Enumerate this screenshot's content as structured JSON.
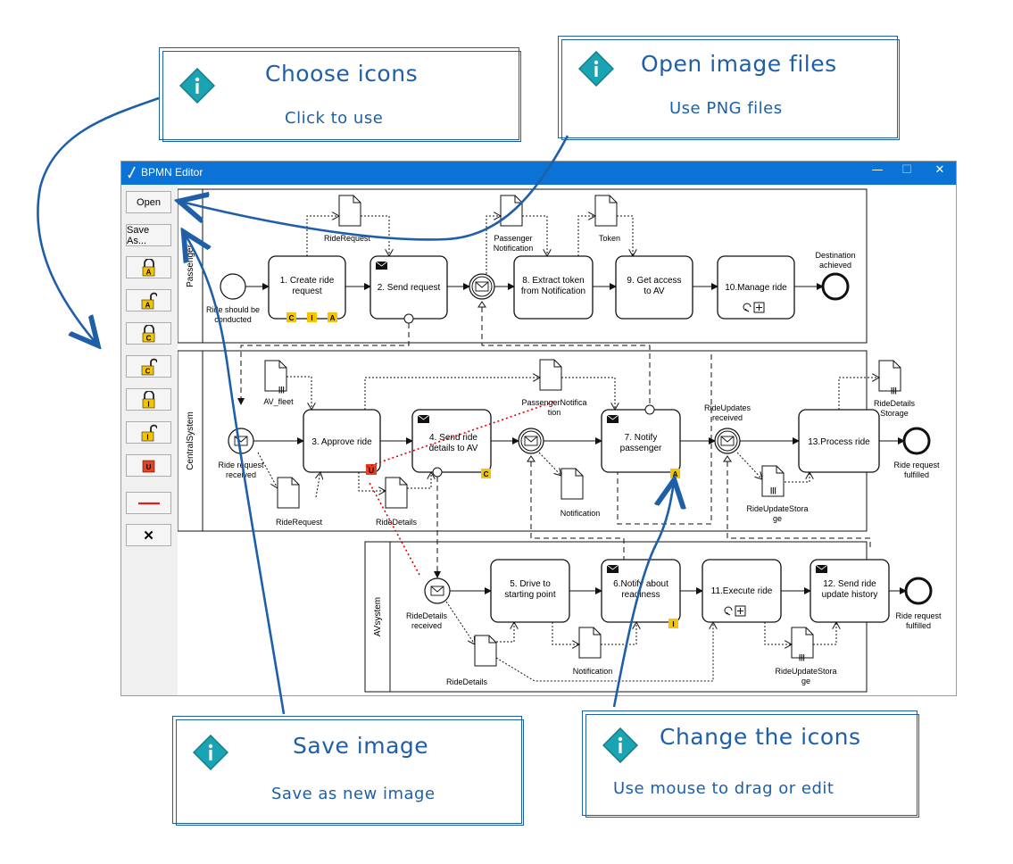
{
  "callouts": {
    "choose_icons": {
      "title": "Choose icons",
      "subtitle": "Click to use"
    },
    "open_files": {
      "title": "Open image files",
      "subtitle": "Use PNG files"
    },
    "save_image": {
      "title": "Save image",
      "subtitle": "Save as new image"
    },
    "change_icons": {
      "title": "Change the icons",
      "subtitle": "Use mouse to drag or edit"
    }
  },
  "window": {
    "title": "BPMN Editor",
    "controls": {
      "minimize": "—",
      "maximize": "☐",
      "close": "✕"
    }
  },
  "toolbar": {
    "open_label": "Open",
    "save_label": "Save As...",
    "icons": [
      {
        "name": "lock-closed-a-icon",
        "letter": "A",
        "color": "#f5c400"
      },
      {
        "name": "lock-open-a-icon",
        "letter": "A",
        "color": "#f5c400"
      },
      {
        "name": "lock-closed-c-icon",
        "letter": "C",
        "color": "#f5c400"
      },
      {
        "name": "lock-open-c-icon",
        "letter": "C",
        "color": "#f5c400"
      },
      {
        "name": "lock-closed-i-icon",
        "letter": "I",
        "color": "#f5c400"
      },
      {
        "name": "lock-open-i-icon",
        "letter": "I",
        "color": "#f5c400"
      },
      {
        "name": "unlock-u-icon",
        "letter": "U",
        "color": "#e8401c"
      }
    ],
    "line_tool": "red-line-icon",
    "delete_tool": "✕"
  },
  "diagram": {
    "lanes": [
      "Passenger",
      "CentralSystem",
      "AVsystem"
    ],
    "passenger": {
      "start_event": [
        "Ride should be",
        "conducted"
      ],
      "task1": [
        "1. Create ride",
        "request"
      ],
      "task2": "2. Send request",
      "doc_riderequest": "RideRequest",
      "doc_passenger_notification": [
        "Passenger",
        "Notification"
      ],
      "task8": [
        "8. Extract token",
        "from Notification"
      ],
      "doc_token": "Token",
      "task9": [
        "9. Get access",
        "to AV"
      ],
      "task10": "10.Manage ride",
      "end_event": [
        "Destination",
        "achieved"
      ],
      "badges": [
        "C",
        "I",
        "A"
      ]
    },
    "central": {
      "start_event": [
        "Ride request",
        "received"
      ],
      "doc_av_fleet": "AV_fleet",
      "task3": "3. Approve ride",
      "doc_riderequest": "RideRequest",
      "doc_ridedetails": "RideDetails",
      "task4": [
        "4. Send ride",
        "details to AV"
      ],
      "doc_passenger_notification": [
        "PassengerNotifica",
        "tion"
      ],
      "doc_notification": "Notification",
      "task7": [
        "7. Notify",
        "passenger"
      ],
      "event_ride_updates": [
        "RideUpdates",
        "received"
      ],
      "doc_ride_update_storage": [
        "RideUpdateStora",
        "ge"
      ],
      "task13": "13.Process ride",
      "doc_ride_details_storage": [
        "RideDetails",
        "Storage"
      ],
      "end_event": [
        "Ride request",
        "fulfilled"
      ],
      "badges": {
        "task3": "U",
        "task4": "C",
        "task7": "A"
      }
    },
    "av": {
      "start_event": [
        "RideDetails",
        "received"
      ],
      "doc_ridedetails": "RideDetails",
      "task5": [
        "5. Drive to",
        "starting point"
      ],
      "task6": [
        "6.Notify about",
        "readiness"
      ],
      "doc_notification": "Notification",
      "task11": "11.Execute ride",
      "doc_ride_update_storage": [
        "RideUpdateStora",
        "ge"
      ],
      "task12": [
        "12. Send ride",
        "update history"
      ],
      "end_event": [
        "Ride request",
        "fulfilled"
      ],
      "badges": {
        "task6": "I"
      }
    }
  },
  "colors": {
    "accent": "#1f5fa8",
    "titlebar": "#0b72d6",
    "lock": "#f5c400",
    "unlock": "#e8401c",
    "teal": "#1aa3b3"
  }
}
